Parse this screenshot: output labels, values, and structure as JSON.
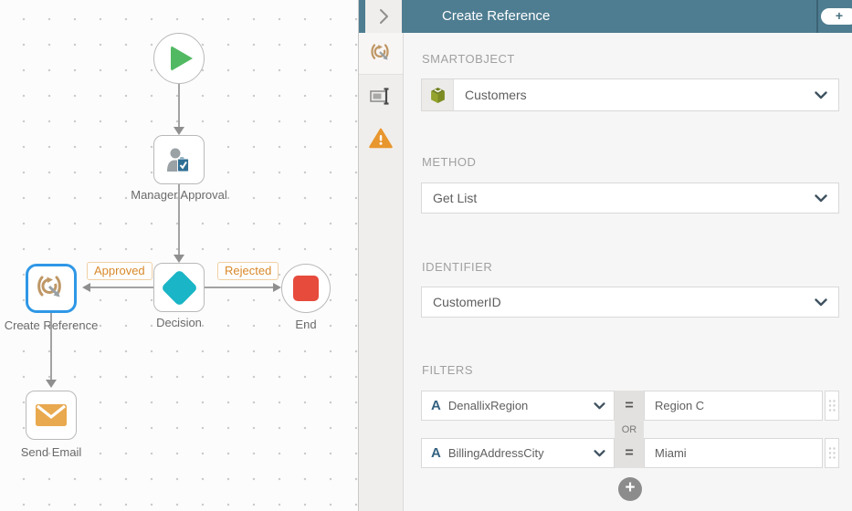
{
  "panel": {
    "title": "Create Reference",
    "add_label": "+",
    "smartobject": {
      "label": "SMARTOBJECT",
      "value": "Customers"
    },
    "method": {
      "label": "METHOD",
      "value": "Get List"
    },
    "identifier": {
      "label": "IDENTIFIER",
      "value": "CustomerID"
    },
    "filters": {
      "label": "FILTERS",
      "operator": "OR",
      "add_label": "+",
      "rows": [
        {
          "field": "DenallixRegion",
          "comparator": "=",
          "value": "Region C"
        },
        {
          "field": "BillingAddressCity",
          "comparator": "=",
          "value": "Miami"
        }
      ]
    }
  },
  "canvas": {
    "nodes": {
      "manager_approval": {
        "label": "Manager Approval"
      },
      "decision": {
        "label": "Decision"
      },
      "end": {
        "label": "End"
      },
      "create_reference": {
        "label": "Create Reference"
      },
      "send_email": {
        "label": "Send Email"
      }
    },
    "edges": {
      "approved": {
        "label": "Approved"
      },
      "rejected": {
        "label": "Rejected"
      }
    }
  },
  "colors": {
    "header": "#4e7d91",
    "selection_blue": "#2f97e6",
    "decision_teal": "#1ab5c6",
    "end_red": "#e64b3c",
    "start_green": "#52b963",
    "email_orange": "#e9a94f",
    "warning_orange": "#e8962e",
    "edge_label_orange": "#d8882a",
    "reference_tan": "#bf9765",
    "smartobject_green": "#7c8c22"
  }
}
